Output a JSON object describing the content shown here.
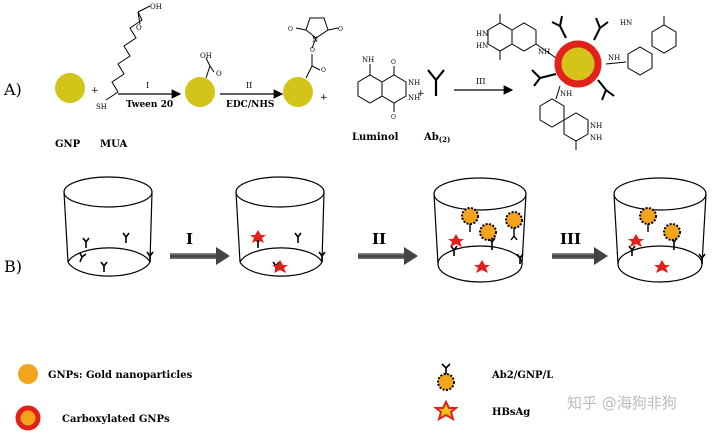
{
  "panelA": {
    "label": "A)",
    "gnp": "GNP",
    "mua": "MUA",
    "plus": "+",
    "sh": "SH",
    "oh": "OH",
    "o": "O",
    "n": "N",
    "nh2": "NH",
    "nh": "NH",
    "hn": "HN",
    "step1": "I",
    "step1_reagent": "Tween 20",
    "step2": "II",
    "step2_reagent": "EDC/NHS",
    "step3": "III",
    "luminol": "Luminol",
    "ab2": "Ab",
    "ab2_sub": "(2)"
  },
  "panelB": {
    "label": "B)",
    "arrow1": "I",
    "arrow2": "II",
    "arrow3": "III"
  },
  "legend": {
    "gnp": "GNPs: Gold nanoparticles",
    "carboxylated": "Carboxylated GNPs",
    "ab2gnp": "Ab2/GNP/L",
    "hbsag": "HBsAg"
  },
  "watermark": "知乎 @海狗非狗",
  "colors": {
    "gold": "#d4c41a",
    "orange": "#f2a51c",
    "red": "#e3201b",
    "black": "#000000"
  }
}
